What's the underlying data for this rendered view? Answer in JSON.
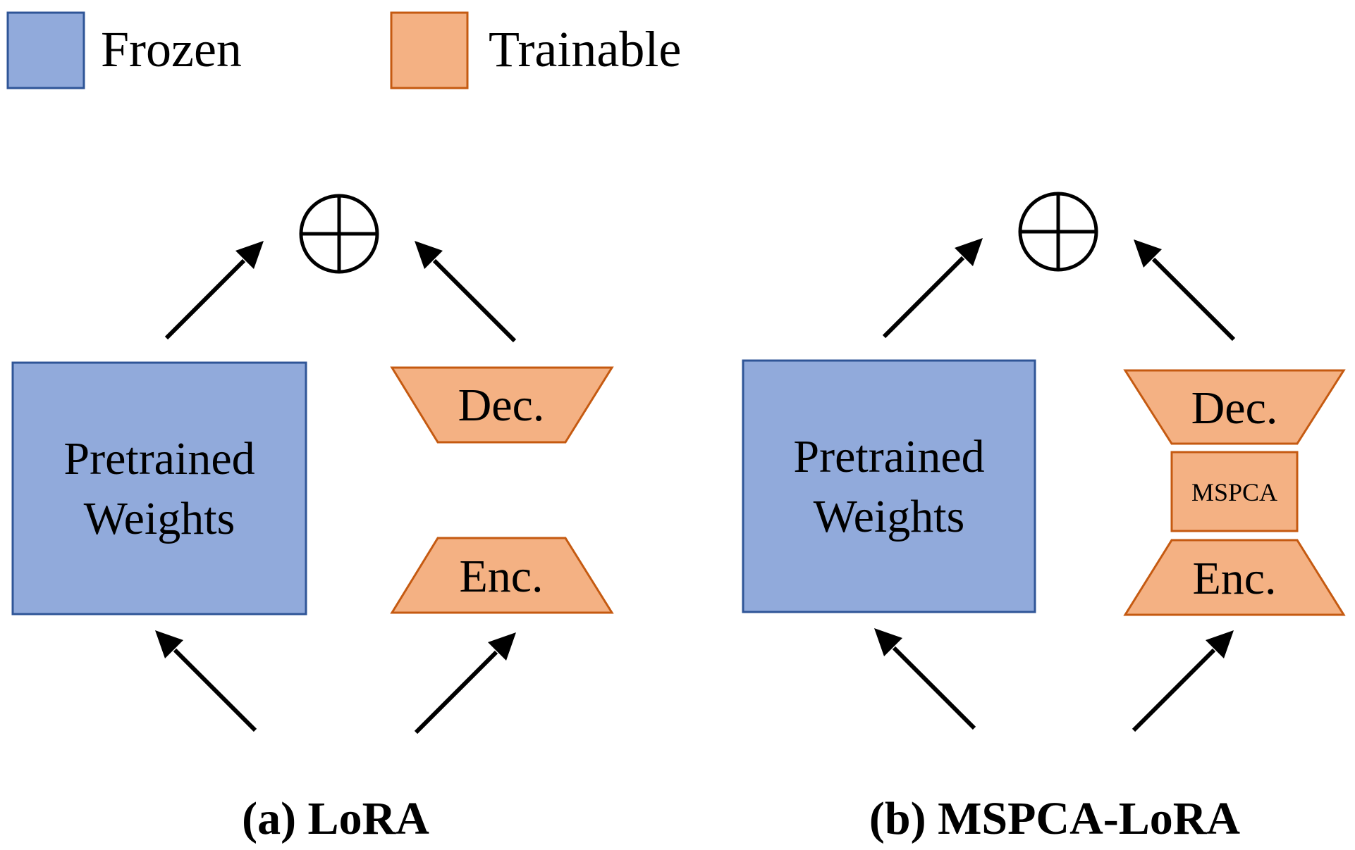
{
  "colors": {
    "frozen_fill": "#91aadb",
    "frozen_stroke": "#2f5597",
    "trainable_fill": "#f4b183",
    "trainable_stroke": "#c55a11",
    "arrow": "#000000"
  },
  "legend": {
    "frozen_label": "Frozen",
    "trainable_label": "Trainable"
  },
  "panel_a": {
    "weights_line1": "Pretrained",
    "weights_line2": "Weights",
    "decoder_label": "Dec.",
    "encoder_label": "Enc.",
    "add_symbol": "plus-circle-icon",
    "caption": "(a) LoRA"
  },
  "panel_b": {
    "weights_line1": "Pretrained",
    "weights_line2": "Weights",
    "decoder_label": "Dec.",
    "mspca_label": "MSPCA",
    "encoder_label": "Enc.",
    "add_symbol": "plus-circle-icon",
    "caption": "(b) MSPCA-LoRA"
  }
}
